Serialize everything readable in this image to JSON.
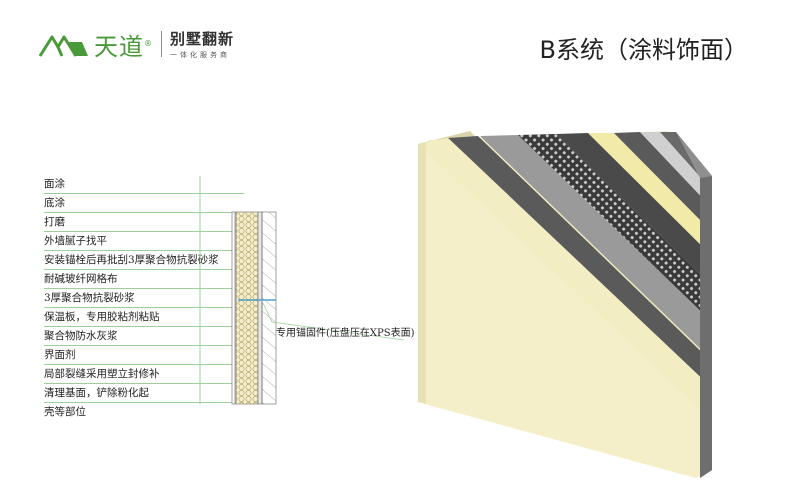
{
  "header": {
    "brand": "天道",
    "brand_mark": "®",
    "tagline": "别墅翻新",
    "tagline_sub": "一体化服务商",
    "title": "B系统（涂料饰面）"
  },
  "layers": [
    "面涂",
    "底涂",
    "打磨",
    "外墙腻子找平",
    "安装锚栓后再批刮3厚聚合物抗裂砂浆",
    "耐碱玻纤网格布",
    "3厚聚合物抗裂砂浆",
    "保温板，专用胶粘剂粘贴",
    "聚合物防水灰浆",
    "界面剂",
    "局部裂缝采用塑立封修补",
    "清理基面，铲除粉化起",
    "壳等部位"
  ],
  "anchor_label": "专用锚固件(压盘压在XPS表面)",
  "colors": {
    "brand_green": "#4a9a3c",
    "guide_green": "#9bd09b",
    "face_cream": "#f3edc4",
    "dark_layer": "#4a4a4a",
    "mesh_layer": "#2b2b2b"
  }
}
